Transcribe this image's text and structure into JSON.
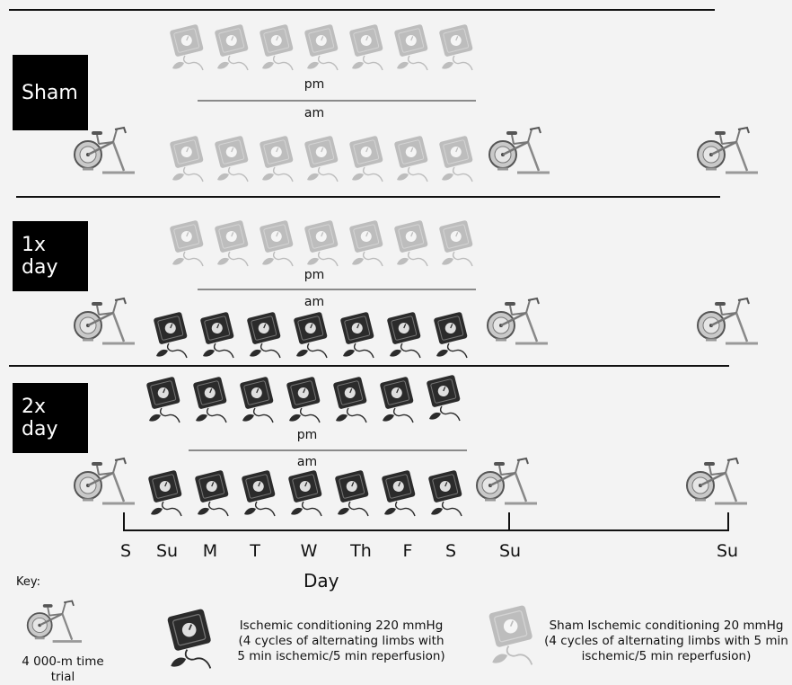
{
  "groups": [
    {
      "label": "Sham"
    },
    {
      "label": "1x day"
    },
    {
      "label": "2x day"
    }
  ],
  "timing": {
    "pm": "pm",
    "am": "am"
  },
  "days": [
    "S",
    "Su",
    "M",
    "T",
    "W",
    "Th",
    "F",
    "S",
    "Su",
    "Su"
  ],
  "axis_title": "Day",
  "key": {
    "title": "Key:",
    "time_trial": "4 000-m time trial",
    "ischemic_line1": "Ischemic conditioning 220 mmHg",
    "ischemic_line2": "(4 cycles of alternating limbs with",
    "ischemic_line3": "5 min ischemic/5 min reperfusion)",
    "sham_line1": "Sham Ischemic conditioning 20 mmHg",
    "sham_line2": "(4 cycles of alternating limbs with 5 min",
    "sham_line3": "ischemic/5 min reperfusion)"
  },
  "icons": {
    "cuff_active": "blood-pressure-cuff-icon (dark)",
    "cuff_sham": "blood-pressure-cuff-icon (light gray)",
    "bike": "stationary-bike-icon"
  },
  "colors": {
    "active_cuff": "#2b2b2b",
    "sham_cuff": "#bdbdbd",
    "label_bg": "#000000"
  }
}
